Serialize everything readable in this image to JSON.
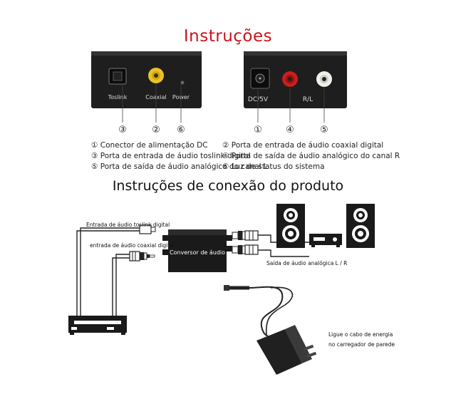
{
  "title": "Instruções",
  "subtitle": "Instruções de conexão do produto",
  "device_left": {
    "labels": [
      "Toslink",
      "Coaxial",
      "Power"
    ],
    "callouts": [
      "③",
      "②",
      "⑥"
    ]
  },
  "device_right": {
    "labels": [
      "DC/5V",
      "R/L"
    ],
    "callouts": [
      "①",
      "④",
      "⑤"
    ]
  },
  "legend": [
    "① Conector de alimentação DC",
    "② Porta de entrada de áudio coaxial digital",
    "③ Porta de entrada de áudio toslink digital",
    "④ Porta de saída de áudio analógico do canal R",
    "⑤ Porta de saída de áudio analógico do canal L",
    "⑥ Luz de status do sistema"
  ],
  "connection": {
    "toslink_input": "Entrada de áudio toslink digital",
    "coaxial_input": "entrada de áudio coaxial digital",
    "converter": "Conversor de áudio",
    "analog_output": "Saída de áudio analógica L / R",
    "power_note_line1": "Ligue o cabo de energia",
    "power_note_line2": "no carregador de parede"
  },
  "icons": [
    "speaker-icon",
    "amplifier-icon",
    "dvd-player-icon",
    "power-adapter-icon",
    "rca-plug-icon",
    "optical-plug-icon"
  ]
}
